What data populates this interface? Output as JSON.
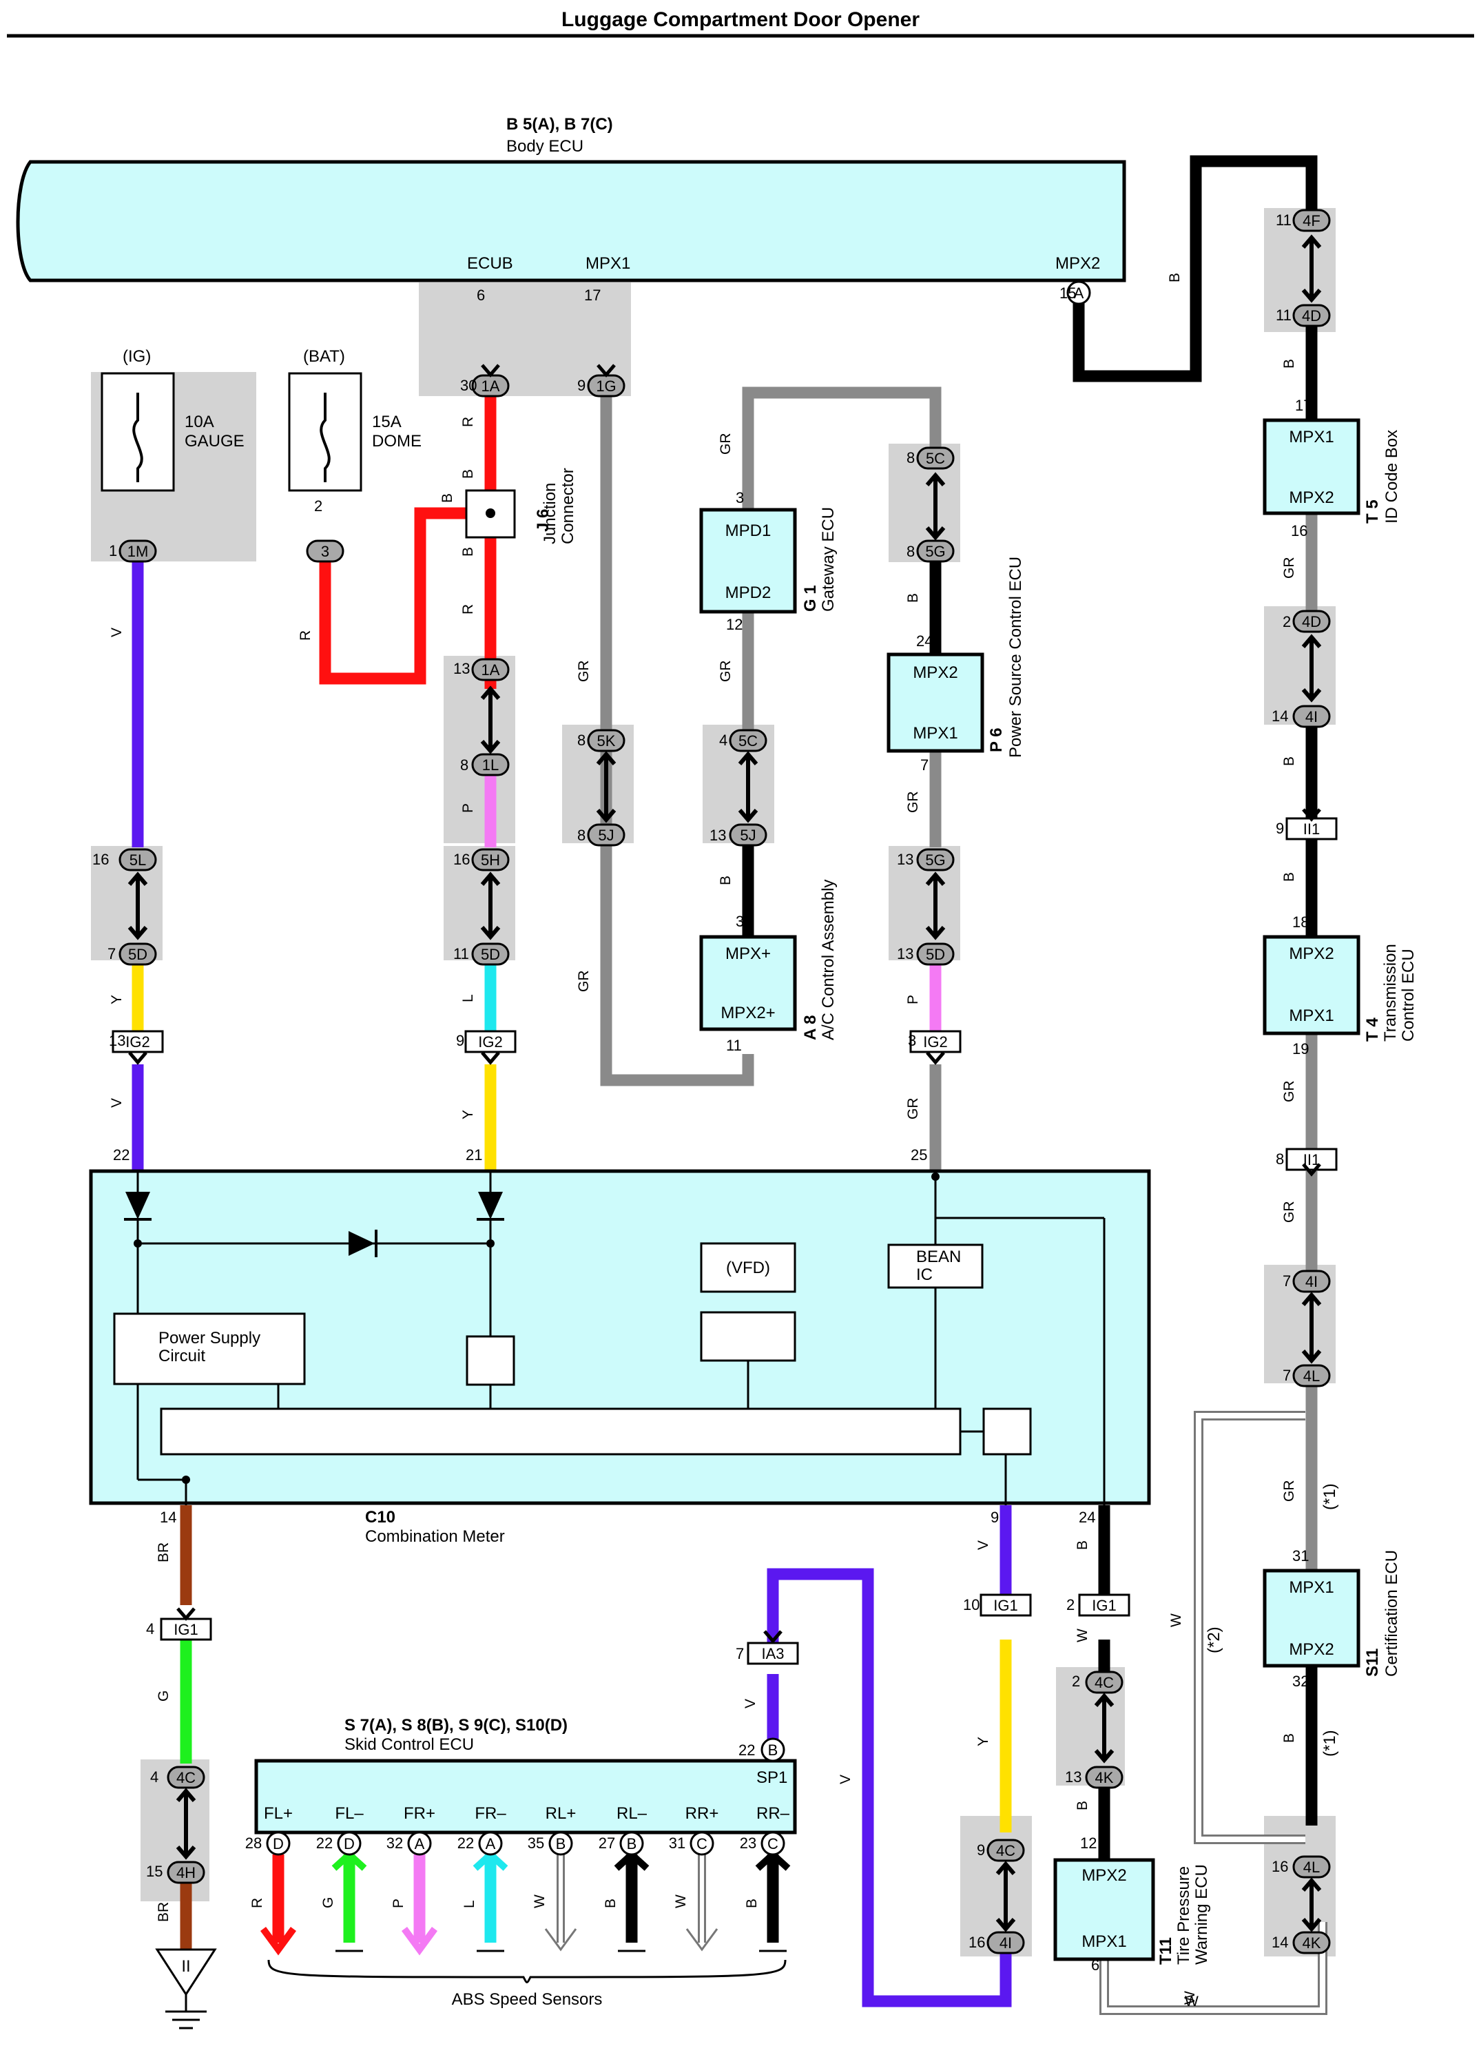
{
  "title": "Luggage Compartment Door Opener",
  "colors": {
    "R": "#ff1010",
    "V": "#5b18f0",
    "Y": "#ffe100",
    "P": "#f47af4",
    "L": "#1ee8ee",
    "G": "#1ef01e",
    "BR": "#9b3a10",
    "B": "#000000",
    "GR": "#8a8a8a",
    "W": "#ffffff",
    "ecu_fill": "#cdfbfb",
    "connector_shade": "#d3d3d3"
  },
  "components": {
    "body_ecu": {
      "ref": "B 5(A), B 7(C)",
      "name": "Body ECU",
      "pins": [
        "ECUB",
        "MPX1",
        "MPX2"
      ]
    },
    "fuse_gauge": {
      "source": "(IG)",
      "rating": "10A",
      "name": "GAUGE"
    },
    "fuse_dome": {
      "source": "(BAT)",
      "rating": "15A",
      "name": "DOME"
    },
    "junction": {
      "ref": "J 6",
      "name1": "Junction",
      "name2": "Connector"
    },
    "gateway": {
      "ref": "G 1",
      "name": "Gateway ECU",
      "top": "MPD1",
      "bottom": "MPD2"
    },
    "power_source": {
      "ref": "P 6",
      "name": "Power Source Control ECU",
      "top": "MPX2",
      "bottom": "MPX1"
    },
    "ac_control": {
      "ref": "A 8",
      "name": "A/C Control Assembly",
      "top": "MPX+",
      "bottom": "MPX2+"
    },
    "id_code": {
      "ref": "T 5",
      "name": "ID Code Box",
      "top": "MPX1",
      "bottom": "MPX2"
    },
    "transmission": {
      "ref": "T 4",
      "name1": "Transmission",
      "name2": "Control ECU",
      "top": "MPX2",
      "bottom": "MPX1"
    },
    "certification": {
      "ref": "S11",
      "name": "Certification ECU",
      "top": "MPX1",
      "bottom": "MPX2"
    },
    "tire_pressure": {
      "ref": "T11",
      "name1": "Tire Pressure",
      "name2": "Warning ECU",
      "top": "MPX2",
      "bottom": "MPX1"
    },
    "combination_meter": {
      "ref": "C10",
      "name": "Combination Meter",
      "power_supply1": "Power Supply",
      "power_supply2": "Circuit",
      "vfd": "(VFD)",
      "bean1": "BEAN",
      "bean2": "IC"
    },
    "skid_control": {
      "ref": "S 7(A), S 8(B), S 9(C), S10(D)",
      "name": "Skid Control ECU",
      "sp1": "SP1",
      "pins": [
        "FL+",
        "FL–",
        "FR+",
        "FR–",
        "RL+",
        "RL–",
        "RR+",
        "RR–"
      ],
      "pin_nums": [
        "28",
        "22",
        "32",
        "22",
        "35",
        "27",
        "31",
        "23"
      ],
      "pin_conns": [
        "D",
        "D",
        "A",
        "A",
        "B",
        "B",
        "C",
        "C"
      ],
      "wire_colors": [
        "R",
        "G",
        "P",
        "L",
        "W",
        "B",
        "W",
        "B"
      ]
    },
    "abs_sensors": "ABS Speed Sensors",
    "ground": "II"
  },
  "connectors": {
    "a": "A",
    "b": "B",
    "c": "C",
    "d": "D",
    "1A": "1A",
    "1G": "1G",
    "1M": "1M",
    "3": "3",
    "1L": "1L",
    "5H": "5H",
    "5D": "5D",
    "5L": "5L",
    "5K": "5K",
    "5J": "5J",
    "5C": "5C",
    "5G": "5G",
    "4F": "4F",
    "4D": "4D",
    "4I": "4I",
    "4L": "4L",
    "4K": "4K",
    "4C": "4C",
    "4H": "4H",
    "IG2": "IG2",
    "IG1": "IG1",
    "IA3": "IA3",
    "II1": "II1"
  },
  "pin_numbers": {
    "p6": "6",
    "p17": "17",
    "p15": "15",
    "p30": "30",
    "p9": "9",
    "p1": "1",
    "p2": "2",
    "p13": "13",
    "p8": "8",
    "p16": "16",
    "p7": "7",
    "p11": "11",
    "p3": "3",
    "p12": "12",
    "p4": "4",
    "p24": "24",
    "p14": "14",
    "p18": "18",
    "p19": "19",
    "p31": "31",
    "p32": "32",
    "p22": "22",
    "p21": "21",
    "p25": "25",
    "p10": "10"
  },
  "wire_labels": {
    "R": "R",
    "B": "B",
    "V": "V",
    "P": "P",
    "Y": "Y",
    "L": "L",
    "GR": "GR",
    "G": "G",
    "BR": "BR",
    "W": "W"
  },
  "notes": {
    "n1": "(*1)",
    "n2": "(*2)"
  }
}
